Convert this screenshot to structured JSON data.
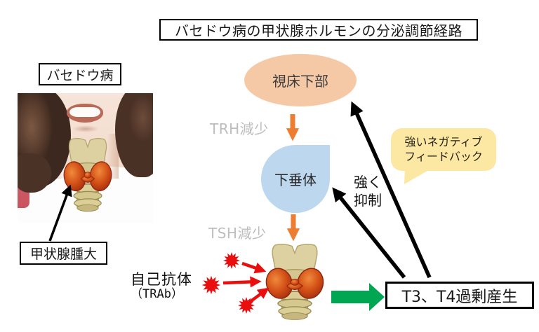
{
  "title": {
    "text": "バセドウ病の甲状腺ホルモンの分泌調節経路"
  },
  "left_panel": {
    "disease_label": "バセドウ病",
    "goiter_label": "甲状腺腫大"
  },
  "pathway": {
    "hypothalamus_label": "視床下部",
    "trh_label": "TRH減少",
    "pituitary_label": "下垂体",
    "tsh_label": "TSH減少",
    "antibody_line1": "自己抗体",
    "antibody_line2": "（TRAb）",
    "suppress_line1": "強く",
    "suppress_line2": "抑制",
    "bubble_line1": "強いネガティブ",
    "bubble_line2": "フィードバック",
    "output_label": "T3、T4過剰産生"
  },
  "icons": {
    "thyroid_illustration": "thyroid-gland-with-trachea",
    "antibody_burst": "red-star-burst",
    "feedback_arrow": "black-arrow",
    "stimulation_arrow": "red-arrow",
    "secretion_arrow": "orange-arrow",
    "output_arrow": "green-block-arrow"
  },
  "colors": {
    "background": "#FFFFFF",
    "hypothalamus_fill": "#F6C9A6",
    "pituitary_fill": "#BDD7EE",
    "bubble_fill": "#FCE8A2",
    "orange_arrow": "#ED7D31",
    "green_arrow": "#00A651",
    "red_accent": "#E90F0F",
    "gray_text": "#BDBDBD",
    "outline": "#000000"
  }
}
